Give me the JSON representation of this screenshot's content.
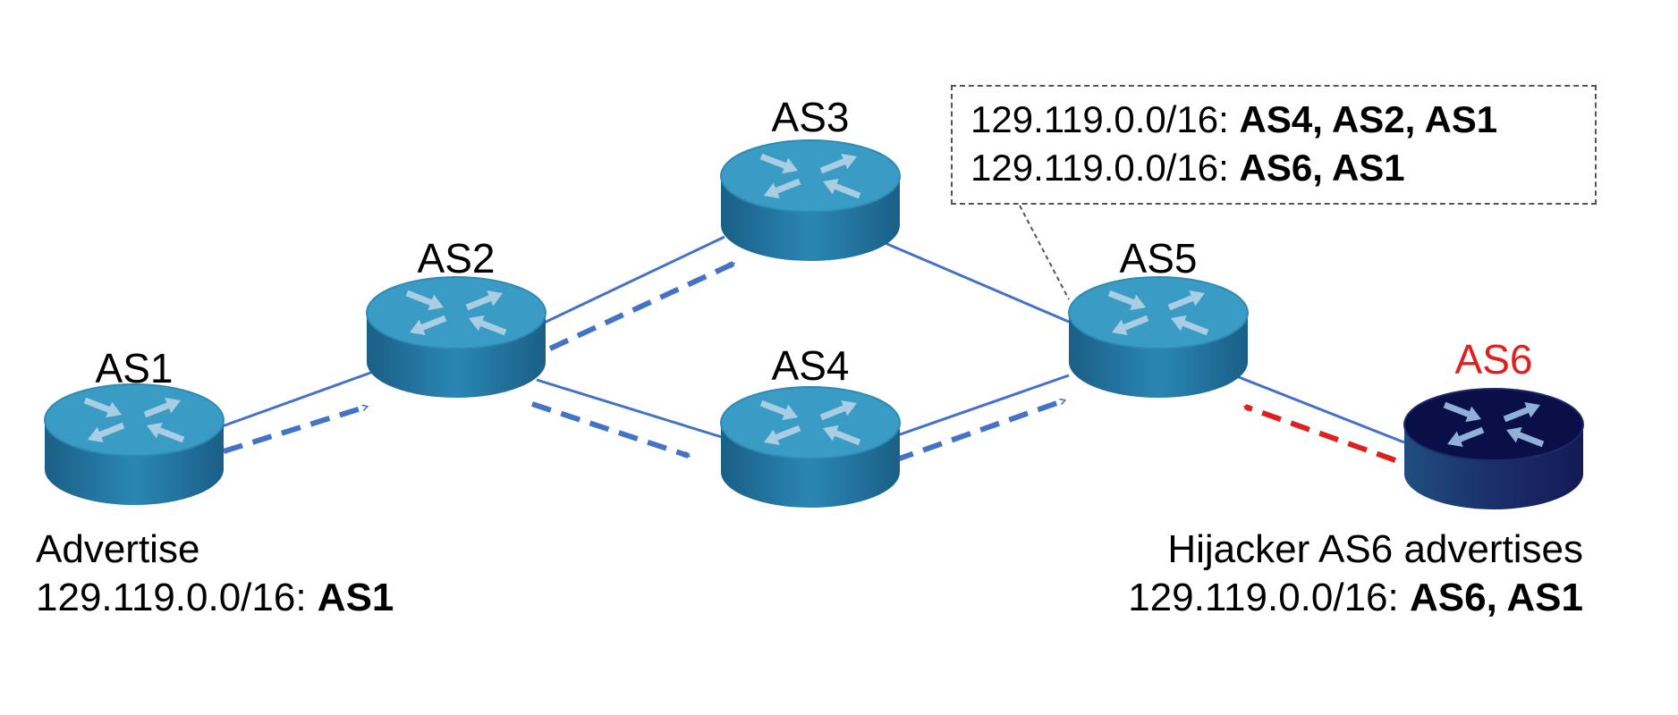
{
  "colors": {
    "router_body": "#1f6d96",
    "router_top": "#3a9cc5",
    "hijacker_body": "#1b1f5c",
    "hijacker_top": "#0a0f47",
    "link": "#4472c4",
    "hijack_arrow": "#e02020",
    "hijacker_label": "#e02020"
  },
  "routers": [
    {
      "id": "AS1",
      "label": "AS1"
    },
    {
      "id": "AS2",
      "label": "AS2"
    },
    {
      "id": "AS3",
      "label": "AS3"
    },
    {
      "id": "AS4",
      "label": "AS4"
    },
    {
      "id": "AS5",
      "label": "AS5"
    },
    {
      "id": "AS6",
      "label": "AS6",
      "hijacker": true
    }
  ],
  "links": [
    {
      "from": "AS1",
      "to": "AS2"
    },
    {
      "from": "AS2",
      "to": "AS3"
    },
    {
      "from": "AS2",
      "to": "AS4"
    },
    {
      "from": "AS3",
      "to": "AS5"
    },
    {
      "from": "AS4",
      "to": "AS5"
    },
    {
      "from": "AS5",
      "to": "AS6"
    }
  ],
  "advertisements": [
    {
      "from": "AS1",
      "to": "AS2"
    },
    {
      "from": "AS2",
      "to": "AS3"
    },
    {
      "from": "AS2",
      "to": "AS4"
    },
    {
      "from": "AS4",
      "to": "AS5"
    },
    {
      "from": "AS6",
      "to": "AS5",
      "malicious": true
    }
  ],
  "left_caption": {
    "line1": "Advertise",
    "prefix": "129.119.0.0/16: ",
    "path": "AS1"
  },
  "right_caption": {
    "line1": "Hijacker AS6 advertises",
    "prefix": "129.119.0.0/16: ",
    "path": "AS6, AS1"
  },
  "as5_routes": [
    {
      "prefix": "129.119.0.0/16: ",
      "path": "AS4, AS2, AS1"
    },
    {
      "prefix": "129.119.0.0/16: ",
      "path": "AS6, AS1"
    }
  ]
}
